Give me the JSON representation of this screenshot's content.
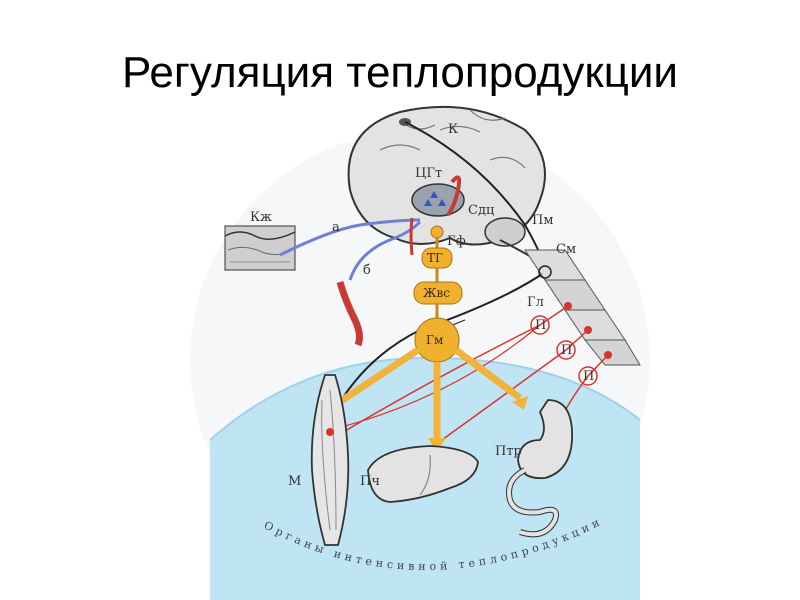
{
  "title": "Регуляция теплопродукции",
  "labels": {
    "k": "К",
    "cgt": "ЦГт",
    "sdc": "Сдц",
    "pm": "Пм",
    "gf": "Гф",
    "sm": "См",
    "kzh": "Кж",
    "a": "а",
    "b": "б",
    "tg": "ТГ",
    "zhvs": "Жвс",
    "gm": "Гм",
    "gl": "Гл",
    "p": "П",
    "m": "М",
    "pch": "Пч",
    "ptr": "Птр"
  },
  "caption": "Органы интенсивной теплопродукции",
  "colors": {
    "hormone_box": "#f0b12f",
    "hormone_arrow": "#f2b33a",
    "nerve_red": "#d9342b",
    "nerve_black": "#222222",
    "vessel_blue": "#6f7fd6",
    "organ_zone": "#bfe4f4"
  }
}
